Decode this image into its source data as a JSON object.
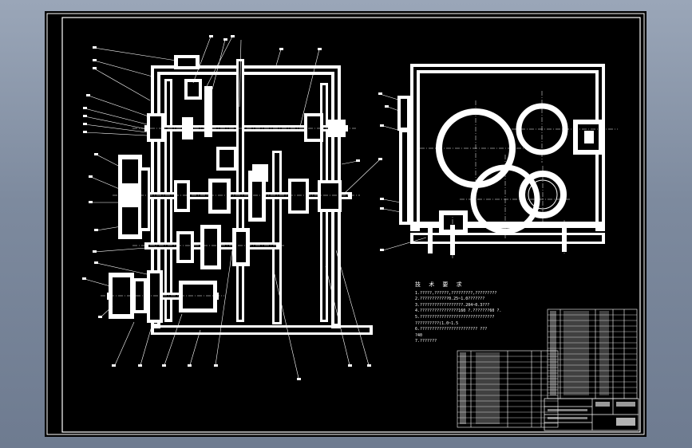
{
  "drawing": {
    "notes_title": "技 术 要 求",
    "notes": [
      "1.?????,??????,?????????,?????????",
      "2.????????????0.25~1.0???????",
      "3.??????????????????.204~0.3???",
      "4.????????????????160  ?.???????60 ?.",
      "5.???????????????????????????????",
      "   ??????????(1.0~1.5",
      "6.????????????????????????  ???",
      "   ?40",
      "7.???????"
    ]
  }
}
